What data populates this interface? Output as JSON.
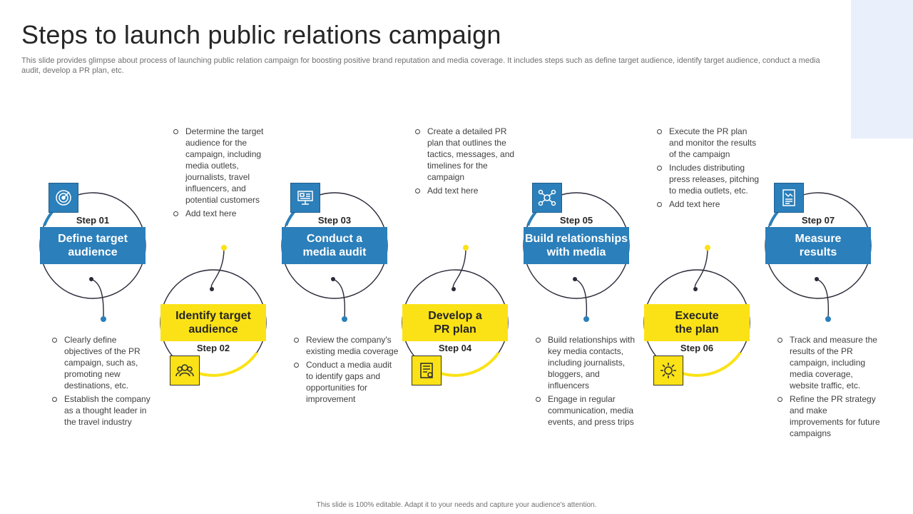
{
  "title": "Steps to launch public relations campaign",
  "subtitle": "This slide provides glimpse about process of launching public relation campaign for boosting positive brand reputation and media coverage. It includes steps such as define target audience, identify target audience, conduct a media audit, develop a PR plan, etc.",
  "footer": "This slide is 100% editable.  Adapt it to your needs and capture your audience's attention.",
  "colors": {
    "blue": "#2b7fba",
    "yellow": "#fbe216",
    "line": "#2a2a3a"
  },
  "steps": [
    {
      "step": "Step 01",
      "title_line1": "Define target",
      "title_line2": "audience",
      "icon": "target-icon",
      "bullets": [
        "Clearly define objectives of the PR campaign, such as, promoting new destinations, etc.",
        "Establish the company as a thought leader in the travel industry"
      ]
    },
    {
      "step": "Step 02",
      "title_line1": "Identify target",
      "title_line2": "audience",
      "icon": "audience-icon",
      "bullets": [
        "Determine the target audience for the campaign, including media outlets, journalists, travel influencers, and potential customers",
        "Add text here"
      ]
    },
    {
      "step": "Step 03",
      "title_line1": "Conduct a",
      "title_line2": "media audit",
      "icon": "media-audit-icon",
      "bullets": [
        "Review the company's existing media coverage",
        "Conduct a media audit to identify gaps and opportunities for improvement"
      ]
    },
    {
      "step": "Step 04",
      "title_line1": "Develop a",
      "title_line2": "PR plan",
      "icon": "pr-plan-icon",
      "bullets": [
        "Create a detailed PR plan that outlines the tactics, messages, and timelines for the campaign",
        "Add text here"
      ]
    },
    {
      "step": "Step 05",
      "title_line1": "Build relationships",
      "title_line2": "with media",
      "icon": "network-icon",
      "bullets": [
        "Build relationships with key media contacts, including journalists, bloggers, and influencers",
        "Engage in regular communication, media events, and press trips"
      ]
    },
    {
      "step": "Step 06",
      "title_line1": "Execute",
      "title_line2": "the plan",
      "icon": "gear-icon",
      "bullets": [
        "Execute the PR plan and monitor the results of the campaign",
        "Includes distributing press releases, pitching to media outlets, etc.",
        "Add text here"
      ]
    },
    {
      "step": "Step 07",
      "title_line1": "Measure",
      "title_line2": "results",
      "icon": "report-icon",
      "bullets": [
        "Track and measure the results of the PR campaign, including media coverage, website traffic, etc.",
        "Refine the PR strategy and make improvements for future campaigns"
      ]
    }
  ]
}
